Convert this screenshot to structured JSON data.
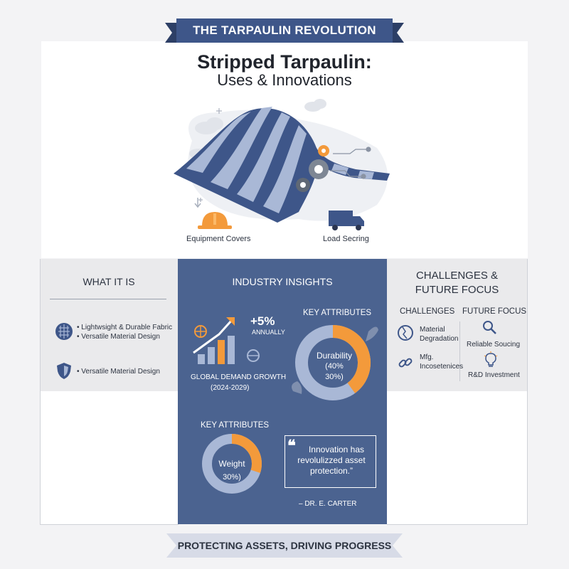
{
  "banner": {
    "top": "THE TARPAULIN REVOLUTION",
    "bottom": "PROTECTING ASSETS, DRIVING PROGRESS"
  },
  "hero": {
    "title_line1": "Stripped Tarpaulin:",
    "title_line2": "Uses & Innovations",
    "labels": {
      "equipment": "Equipment Covers",
      "load": "Load Secring"
    }
  },
  "left": {
    "heading": "WHAT IT IS",
    "bullets": [
      "Lightwsight & Durable Fabric",
      "Versatile Material Design",
      "Versatile Material Design"
    ],
    "icons": [
      "fabric-icon",
      "shield-icon"
    ]
  },
  "middle": {
    "heading": "INDUSTRY INSIGHTS",
    "growth": {
      "value": "+5%",
      "unit": "ANNUALLY",
      "caption1": "GLOBAL DEMAND GROWTH",
      "caption2": "(2024-2029)"
    },
    "attr1": {
      "heading": "KEY ATTRIBUTES",
      "label": "Durability",
      "line2": "(40%",
      "line3": "30%)",
      "percent": 0.4
    },
    "attr2": {
      "heading": "KEY ATTRIBUTES",
      "label": "Weight",
      "line2": "30%)",
      "percent": 0.3
    },
    "quote": {
      "text": "Innovation has revolulizzed asset protection.”",
      "author": "– DR. E. CARTER"
    }
  },
  "right": {
    "heading_line1": "CHALLENGES &",
    "heading_line2": "FUTURE FOCUS",
    "challenges": {
      "heading": "CHALLENGES",
      "item1_l1": "Material",
      "item1_l2": "Degradation",
      "item2_l1": "Mfg.",
      "item2_l2": "Incosetenices"
    },
    "future": {
      "heading": "FUTURE FOCUS",
      "item1": "Reliable Soucing",
      "item2": "R&D Investment"
    }
  },
  "colors": {
    "navy": "#3e5689",
    "panel": "#4b6390",
    "orange": "#f39a3b",
    "light": "#a9b8d6"
  }
}
